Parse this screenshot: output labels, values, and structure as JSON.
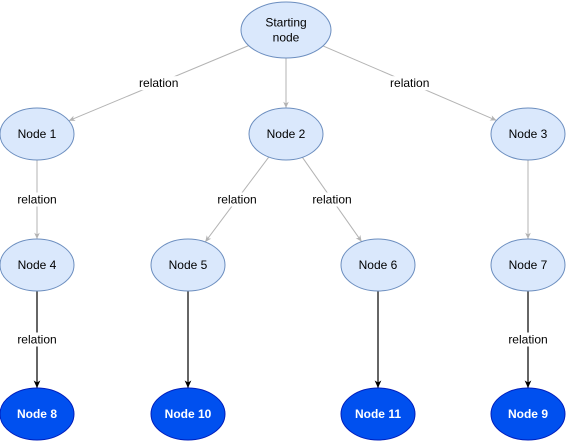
{
  "diagram": {
    "nodes": {
      "start": {
        "lines": [
          "Starting",
          "node"
        ]
      },
      "n1": {
        "lines": [
          "Node 1"
        ]
      },
      "n2": {
        "lines": [
          "Node 2"
        ]
      },
      "n3": {
        "lines": [
          "Node 3"
        ]
      },
      "n4": {
        "lines": [
          "Node 4"
        ]
      },
      "n5": {
        "lines": [
          "Node 5"
        ]
      },
      "n6": {
        "lines": [
          "Node 6"
        ]
      },
      "n7": {
        "lines": [
          "Node 7"
        ]
      },
      "n8": {
        "lines": [
          "Node 8"
        ]
      },
      "n9": {
        "lines": [
          "Node 9"
        ]
      },
      "n10": {
        "lines": [
          "Node 10"
        ]
      },
      "n11": {
        "lines": [
          "Node 11"
        ]
      }
    },
    "edges": [
      {
        "from": "start",
        "to": "n1",
        "label": "relation"
      },
      {
        "from": "start",
        "to": "n2",
        "label": ""
      },
      {
        "from": "start",
        "to": "n3",
        "label": "relation"
      },
      {
        "from": "n1",
        "to": "n4",
        "label": "relation"
      },
      {
        "from": "n2",
        "to": "n5",
        "label": "relation"
      },
      {
        "from": "n2",
        "to": "n6",
        "label": "relation"
      },
      {
        "from": "n3",
        "to": "n7",
        "label": ""
      },
      {
        "from": "n4",
        "to": "n8",
        "label": "relation"
      },
      {
        "from": "n5",
        "to": "n10",
        "label": ""
      },
      {
        "from": "n6",
        "to": "n11",
        "label": ""
      },
      {
        "from": "n7",
        "to": "n9",
        "label": "relation"
      }
    ],
    "colors": {
      "light_fill": "#dae8fc",
      "light_stroke": "#6c8ebf",
      "dark_fill": "#0050ef",
      "dark_stroke": "#001dbc",
      "light_edge": "#b3b3b3",
      "dark_edge": "#000000"
    }
  }
}
